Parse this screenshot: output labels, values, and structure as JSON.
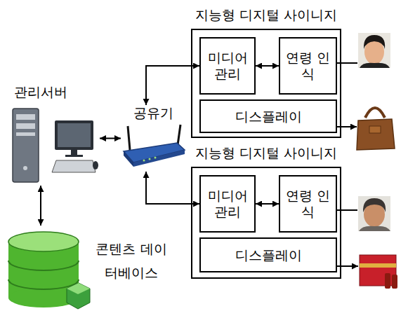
{
  "diagram": {
    "nodes": [
      {
        "text": [
          "지능형 디지털 사이니지"
        ]
      },
      {
        "text": [
          "미디어 관리"
        ],
        "in": 0
      },
      {
        "text": [
          "연령 인식"
        ],
        "in": 0
      },
      {
        "text": [
          "디스플레이"
        ],
        "in": 0
      },
      {
        "text": [
          "관리서버"
        ]
      },
      {
        "text": [
          "공유기"
        ]
      },
      {
        "text": [
          "지능형 디지털 사이니지"
        ]
      },
      {
        "text": [
          "미디어 관리"
        ],
        "in": 6
      },
      {
        "text": [
          "연령 인식"
        ],
        "in": 6
      },
      {
        "text": [
          "디스플레이"
        ],
        "in": 6
      },
      {
        "text": [
          "콘텐츠 데이터베이스"
        ]
      }
    ],
    "edges": [
      {
        "from": 4,
        "to": 5,
        "arrow": "both"
      },
      {
        "from": 4,
        "to": 10,
        "arrow": "both"
      },
      {
        "from": 5,
        "to": 1,
        "arrow": "both"
      },
      {
        "from": 1,
        "to": 2,
        "arrow": "both"
      },
      {
        "from": 5,
        "to": 7,
        "arrow": "both"
      },
      {
        "from": 7,
        "to": 8,
        "arrow": "both"
      }
    ]
  }
}
